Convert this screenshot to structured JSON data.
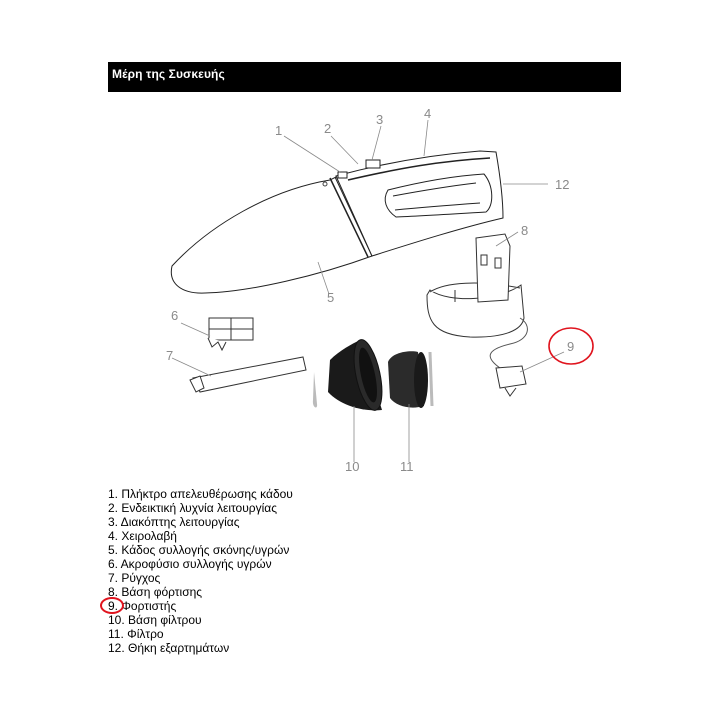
{
  "header": {
    "title": "Μέρη της Συσκευής",
    "background": "#000000",
    "text_color": "#ffffff"
  },
  "diagram": {
    "callouts": [
      {
        "n": "1"
      },
      {
        "n": "2"
      },
      {
        "n": "3"
      },
      {
        "n": "4"
      },
      {
        "n": "5"
      },
      {
        "n": "6"
      },
      {
        "n": "7"
      },
      {
        "n": "8"
      },
      {
        "n": "9"
      },
      {
        "n": "10"
      },
      {
        "n": "11"
      },
      {
        "n": "12"
      }
    ],
    "highlight_color": "#e0141e",
    "highlighted_callout": "9"
  },
  "parts_list": [
    "1. Πλήκτρο απελευθέρωσης κάδου",
    "2. Ενδεικτική λυχνία λειτουργίας",
    "3. Διακόπτης λειτουργίας",
    "4. Χειρολαβή",
    "5. Κάδος συλλογής σκόνης/υγρών",
    "6. Ακροφύσιο συλλογής υγρών",
    "7. Ρύγχος",
    "8. Βάση φόρτισης",
    "9. Φορτιστής",
    "10. Βάση φίλτρου",
    "11. Φίλτρο",
    "12. Θήκη εξαρτημάτων"
  ]
}
